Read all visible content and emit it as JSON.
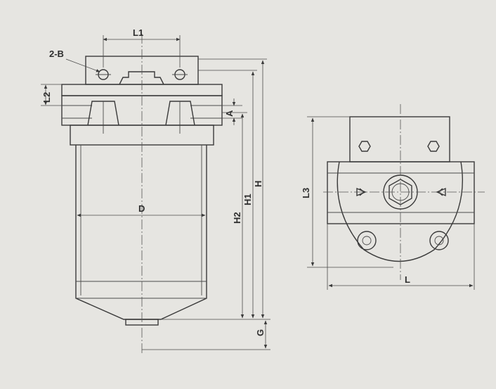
{
  "labels": {
    "l1": "L1",
    "two_b": "2-B",
    "l2": "L2",
    "a": "A",
    "d": "D",
    "h2": "H2",
    "h1": "H1",
    "h": "H",
    "g": "G",
    "l3": "L3",
    "l": "L"
  },
  "colors": {
    "line": "#3a3a3a",
    "paper": "#e6e5e1"
  }
}
